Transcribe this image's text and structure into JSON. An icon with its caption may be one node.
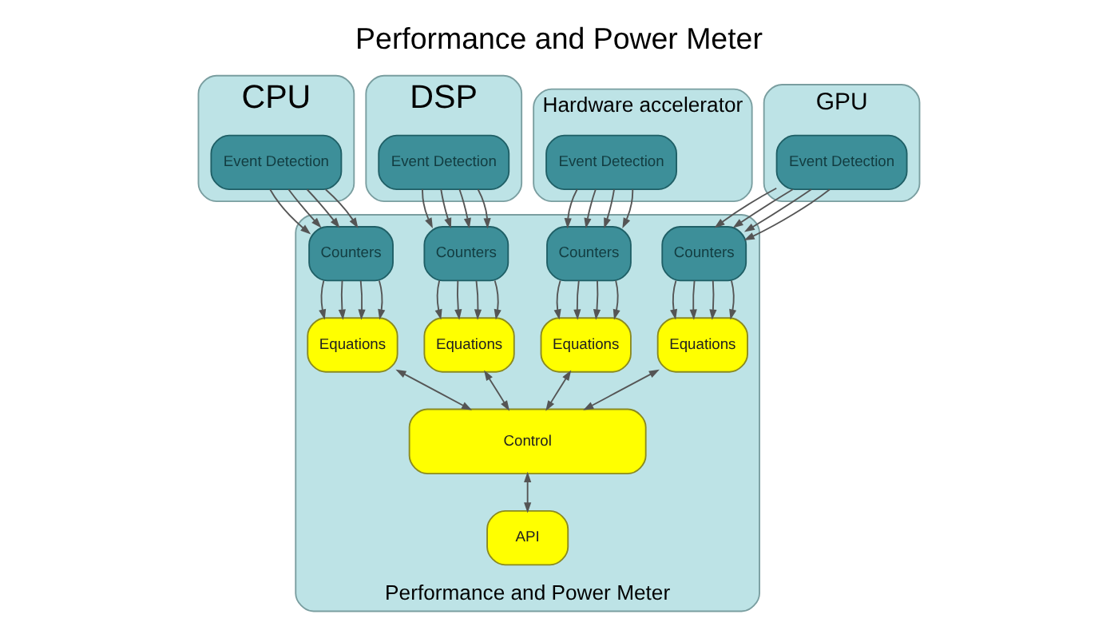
{
  "diagram": {
    "title": "Performance and Power Meter",
    "nodes": [
      {
        "text": [
          "CPU"
        ]
      },
      {
        "text": [
          "Event Detection"
        ],
        "in": 0
      },
      {
        "text": [
          "DSP"
        ]
      },
      {
        "text": [
          "Event Detection"
        ],
        "in": 2
      },
      {
        "text": [
          "Hardware accelerator"
        ]
      },
      {
        "text": [
          "Event Detection"
        ],
        "in": 4
      },
      {
        "text": [
          "GPU"
        ]
      },
      {
        "text": [
          "Event Detection"
        ],
        "in": 6
      },
      {
        "text": [
          "Performance and Power Meter"
        ]
      },
      {
        "text": [
          "Counters"
        ],
        "in": 8
      },
      {
        "text": [
          "Equations"
        ],
        "in": 8
      },
      {
        "text": [
          "Counters"
        ],
        "in": 8
      },
      {
        "text": [
          "Equations"
        ],
        "in": 8
      },
      {
        "text": [
          "Counters"
        ],
        "in": 8
      },
      {
        "text": [
          "Equations"
        ],
        "in": 8
      },
      {
        "text": [
          "Counters"
        ],
        "in": 8
      },
      {
        "text": [
          "Equations"
        ],
        "in": 8
      },
      {
        "text": [
          "Control"
        ],
        "in": 8
      },
      {
        "text": [
          "API"
        ],
        "in": 8
      }
    ],
    "edges": [
      {
        "from": 1,
        "to": 9,
        "arrow": "to"
      },
      {
        "from": 1,
        "to": 9,
        "arrow": "to"
      },
      {
        "from": 1,
        "to": 9,
        "arrow": "to"
      },
      {
        "from": 1,
        "to": 9,
        "arrow": "to"
      },
      {
        "from": 3,
        "to": 11,
        "arrow": "to"
      },
      {
        "from": 3,
        "to": 11,
        "arrow": "to"
      },
      {
        "from": 3,
        "to": 11,
        "arrow": "to"
      },
      {
        "from": 3,
        "to": 11,
        "arrow": "to"
      },
      {
        "from": 5,
        "to": 13,
        "arrow": "to"
      },
      {
        "from": 5,
        "to": 13,
        "arrow": "to"
      },
      {
        "from": 5,
        "to": 13,
        "arrow": "to"
      },
      {
        "from": 5,
        "to": 13,
        "arrow": "to"
      },
      {
        "from": 7,
        "to": 15,
        "arrow": "to"
      },
      {
        "from": 7,
        "to": 15,
        "arrow": "to"
      },
      {
        "from": 7,
        "to": 15,
        "arrow": "to"
      },
      {
        "from": 7,
        "to": 15,
        "arrow": "to"
      },
      {
        "from": 9,
        "to": 10,
        "arrow": "to"
      },
      {
        "from": 9,
        "to": 10,
        "arrow": "to"
      },
      {
        "from": 9,
        "to": 10,
        "arrow": "to"
      },
      {
        "from": 9,
        "to": 10,
        "arrow": "to"
      },
      {
        "from": 11,
        "to": 12,
        "arrow": "to"
      },
      {
        "from": 11,
        "to": 12,
        "arrow": "to"
      },
      {
        "from": 11,
        "to": 12,
        "arrow": "to"
      },
      {
        "from": 11,
        "to": 12,
        "arrow": "to"
      },
      {
        "from": 13,
        "to": 14,
        "arrow": "to"
      },
      {
        "from": 13,
        "to": 14,
        "arrow": "to"
      },
      {
        "from": 13,
        "to": 14,
        "arrow": "to"
      },
      {
        "from": 13,
        "to": 14,
        "arrow": "to"
      },
      {
        "from": 15,
        "to": 16,
        "arrow": "to"
      },
      {
        "from": 15,
        "to": 16,
        "arrow": "to"
      },
      {
        "from": 15,
        "to": 16,
        "arrow": "to"
      },
      {
        "from": 15,
        "to": 16,
        "arrow": "to"
      },
      {
        "from": 10,
        "to": 17,
        "arrow": "both"
      },
      {
        "from": 12,
        "to": 17,
        "arrow": "both"
      },
      {
        "from": 14,
        "to": 17,
        "arrow": "both"
      },
      {
        "from": 16,
        "to": 17,
        "arrow": "both"
      },
      {
        "from": 17,
        "to": 18,
        "arrow": "both"
      }
    ]
  }
}
